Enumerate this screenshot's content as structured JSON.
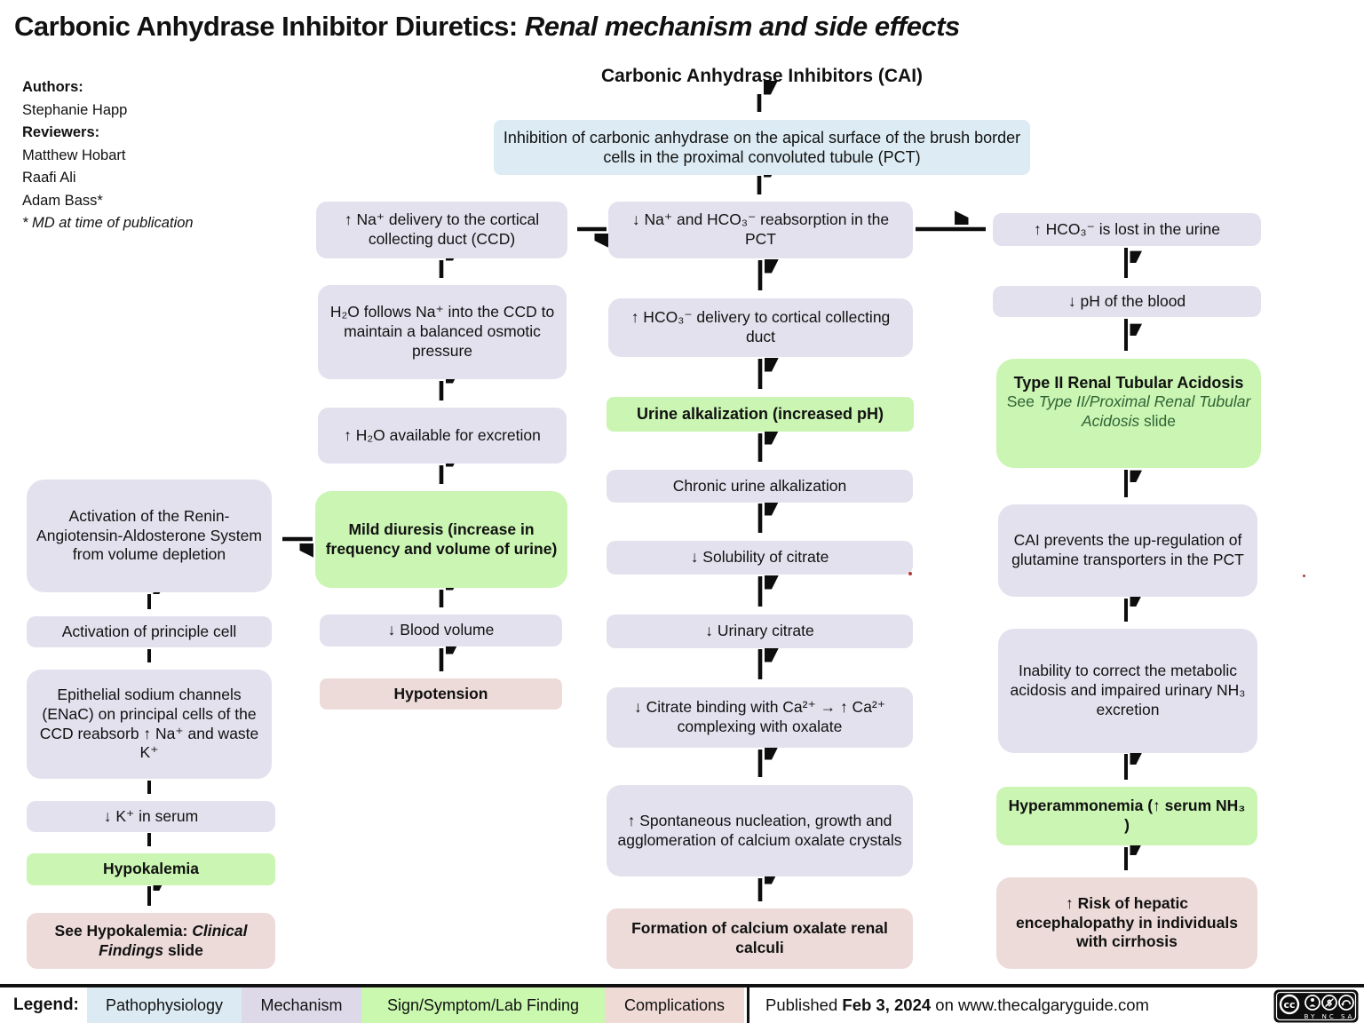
{
  "title": {
    "main": "Carbonic Anhydrase Inhibitor Diuretics: ",
    "italic": "Renal mechanism and side effects"
  },
  "heading": "Carbonic Anhydrase Inhibitors (CAI)",
  "authors_block": {
    "authors_label": "Authors:",
    "author_1": "Stephanie Happ",
    "reviewers_label": "Reviewers:",
    "reviewer_1": "Matthew Hobart",
    "reviewer_2": "Raafi Ali",
    "reviewer_3": "Adam Bass*",
    "note": "* MD at time of publication"
  },
  "nodes": {
    "inhibition": {
      "text": "Inhibition of carbonic anhydrase on the apical surface of the brush border cells in the proximal convoluted tubule (PCT)"
    },
    "na_delivery_ccd": {
      "text": "↑ Na⁺ delivery to the cortical collecting duct (CCD)"
    },
    "na_hco3_reabsorption": {
      "text": "↓ Na⁺ and HCO₃⁻ reabsorption in the PCT"
    },
    "hco3_lost_urine": {
      "text": "↑ HCO₃⁻ is lost in the urine"
    },
    "h2o_follows": {
      "text": "H₂O follows Na⁺ into the CCD to maintain a balanced osmotic pressure"
    },
    "hco3_delivery": {
      "text": "↑ HCO₃⁻ delivery to cortical collecting duct"
    },
    "ph_blood": {
      "text": "↓ pH of the blood"
    },
    "h2o_available": {
      "text": "↑ H₂O available for excretion"
    },
    "urine_alkalization": {
      "text": "Urine alkalization (increased pH)"
    },
    "type2_rta": {
      "title": "Type II Renal Tubular Acidosis",
      "see_prefix": "See ",
      "see_italic": "Type II/Proximal Renal Tubular Acidosis",
      "see_suffix": " slide"
    },
    "raas": {
      "text": "Activation of the Renin-Angiotensin-Aldosterone System from volume depletion"
    },
    "mild_diuresis": {
      "text": "Mild diuresis (increase in frequency and volume of urine)"
    },
    "chronic_urine_alkalization": {
      "text": "Chronic urine alkalization"
    },
    "cai_prevents": {
      "text": "CAI prevents the up-regulation of glutamine transporters in the PCT"
    },
    "principle_cell": {
      "text": "Activation of principle cell"
    },
    "blood_volume": {
      "text": "↓ Blood volume"
    },
    "solubility_citrate": {
      "text": "↓ Solubility of  citrate"
    },
    "enac": {
      "text": "Epithelial sodium channels (ENaC) on principal cells of the CCD reabsorb ↑ Na⁺ and waste K⁺"
    },
    "hypotension": {
      "text": "Hypotension"
    },
    "urinary_citrate": {
      "text": "↓ Urinary citrate"
    },
    "inability_correct": {
      "text": "Inability to correct the metabolic acidosis and impaired urinary NH₃ excretion"
    },
    "k_serum": {
      "text": "↓ K⁺ in serum"
    },
    "citrate_binding": {
      "text": "↓ Citrate binding with Ca²⁺ → ↑ Ca²⁺ complexing with oxalate"
    },
    "hypokalemia": {
      "text": "Hypokalemia"
    },
    "spontaneous_nucleation": {
      "text": "↑ Spontaneous nucleation, growth and agglomeration of calcium oxalate crystals"
    },
    "hyperammonemia": {
      "text": "Hyperammonemia (↑ serum NH₃ )"
    },
    "see_hypokalemia": {
      "prefix": "See Hypokalemia: ",
      "italic": "Clinical Findings",
      "suffix": " slide"
    },
    "calcium_oxalate_calculi": {
      "text": "Formation of calcium oxalate renal calculi"
    },
    "hepatic_encephalopathy": {
      "text": "↑ Risk of hepatic encephalopathy in individuals with cirrhosis"
    }
  },
  "footer": {
    "legend_label": "Legend:",
    "items": [
      {
        "label": "Pathophysiology",
        "color": "#dcebf3"
      },
      {
        "label": "Mechanism",
        "color": "#ded9e9"
      },
      {
        "label": "Sign/Symptom/Lab Finding",
        "color": "#c9f8ae"
      },
      {
        "label": "Complications",
        "color": "#efdad6"
      }
    ],
    "published_prefix": "Published ",
    "published_date": "Feb 3, 2024",
    "published_suffix": " on www.thecalgaryguide.com",
    "cc_logo": "cc",
    "cc_letters": "BY NC SA"
  },
  "colors": {
    "pathophysiology_blue": "#ddecf4",
    "mechanism_lavender": "#e4e1ee",
    "sign_symptom_green": "#caf5b2",
    "complications_pink": "#ecdbd9",
    "see_slide_text_green": "#2f6436",
    "arrow_black": "#0d0d0d",
    "artifact_red": "#b23a3a"
  }
}
